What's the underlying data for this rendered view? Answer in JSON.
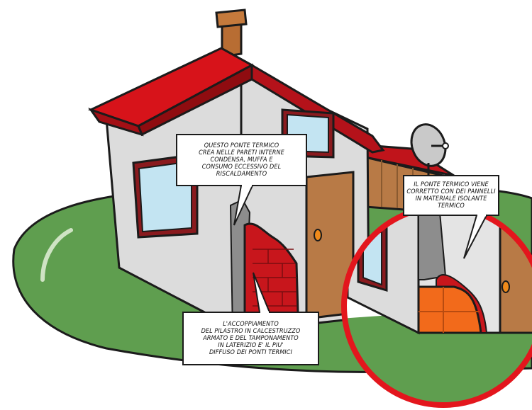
{
  "callouts": {
    "top": {
      "lines": [
        "QUESTO PONTE TERMICO",
        "CREA NELLE PARETI INTERNE",
        "CONDENSA, MUFFA E",
        "CONSUMO ECCESSIVO DEL",
        "RISCALDAMENTO"
      ]
    },
    "right": {
      "lines": [
        "IL PONTE TERMICO VIENE",
        "CORRETTO CON DEI PANNELLI",
        "IN MATERIALE ISOLANTE",
        "TERMICO"
      ]
    },
    "bottom": {
      "lines": [
        "L'ACCOPPIAMENTO",
        "DEL PILASTRO IN CALCESTRUZZO",
        "ARMATO E DEL TAMPONAMENTO",
        "IN LATERIZIO E' IL PIU'",
        "DIFFUSO DEI PONTI TERMICI"
      ]
    }
  },
  "colors": {
    "roof": "#d7131a",
    "grass": "#5f9e4f",
    "wall": "#dcdcdc",
    "brick": "#c8161c",
    "insulation": "#f26a1b",
    "door": "#b87a46",
    "window": "#c3e4f2",
    "chimney": "#b86d33",
    "magnifier_ring": "#e3161d"
  }
}
